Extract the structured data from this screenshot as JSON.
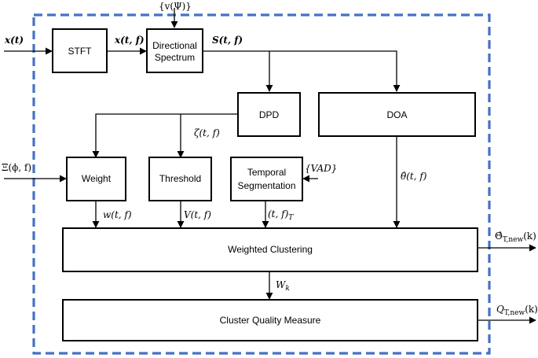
{
  "blocks": {
    "stft": "STFT",
    "directional_spectrum_line1": "Directional",
    "directional_spectrum_line2": "Spectrum",
    "dpd": "DPD",
    "doa": "DOA",
    "weight": "Weight",
    "threshold": "Threshold",
    "temporal_segmentation_line1": "Temporal",
    "temporal_segmentation_line2": "Segmentation",
    "weighted_clustering": "Weighted Clustering",
    "cluster_quality_measure": "Cluster Quality Measure"
  },
  "signals": {
    "input": "x(t)",
    "stft_output": "x(t, f)",
    "steering": "{v(Ψ)}",
    "spectrum": "S(t, f)",
    "zeta": "ζ(t, f)",
    "xi": "Ξ(ϕ, f)",
    "vad": "{VAD}",
    "theta_hat": "θ̂(t, f)",
    "w": "w(t, f)",
    "v": "V(t, f)",
    "tf_t": "(t, f)",
    "tf_t_sub": "T",
    "wk": "W",
    "wk_sub": "k",
    "theta_out": "Θ̂",
    "theta_out_sub": "T,new",
    "theta_out_arg": "(k)",
    "q_out": "Q",
    "q_out_sub": "T,new",
    "q_out_arg": "(k)"
  },
  "colors": {
    "boundary": "#4472c4",
    "stroke": "#000000"
  }
}
